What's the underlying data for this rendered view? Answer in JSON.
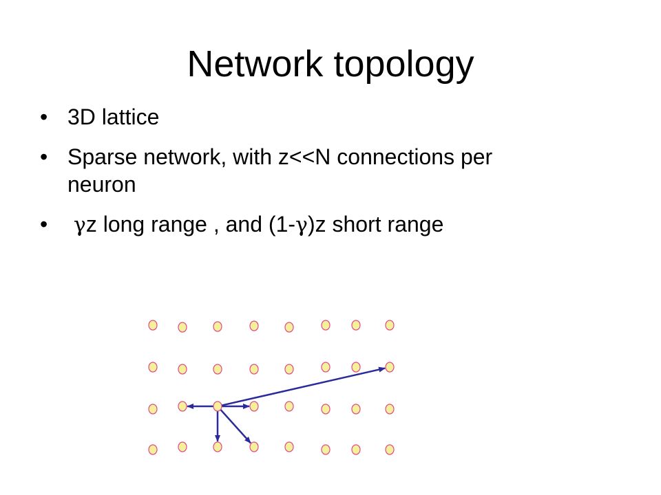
{
  "slide": {
    "title": "Network topology",
    "bullet_symbol": "•",
    "bullets": [
      {
        "lines": [
          "3D lattice"
        ]
      },
      {
        "lines": [
          "Sparse network, with  z<<N connections per",
          "neuron"
        ]
      },
      {
        "gamma_symbol": "γ",
        "part1": "z long range , and (1-",
        "part2": ")z short range"
      }
    ]
  },
  "lattice": {
    "rows": 4,
    "cols": 8,
    "node_fill": "#f7f09a",
    "node_stroke": "#e0488a",
    "arrow_color": "#2a2a9a",
    "connections": [
      {
        "from": [
          2,
          2
        ],
        "to": [
          2,
          1
        ]
      },
      {
        "from": [
          2,
          2
        ],
        "to": [
          2,
          3
        ]
      },
      {
        "from": [
          2,
          2
        ],
        "to": [
          3,
          2
        ]
      },
      {
        "from": [
          2,
          2
        ],
        "to": [
          3,
          3
        ]
      },
      {
        "from": [
          2,
          2
        ],
        "to": [
          1,
          7
        ]
      }
    ]
  }
}
